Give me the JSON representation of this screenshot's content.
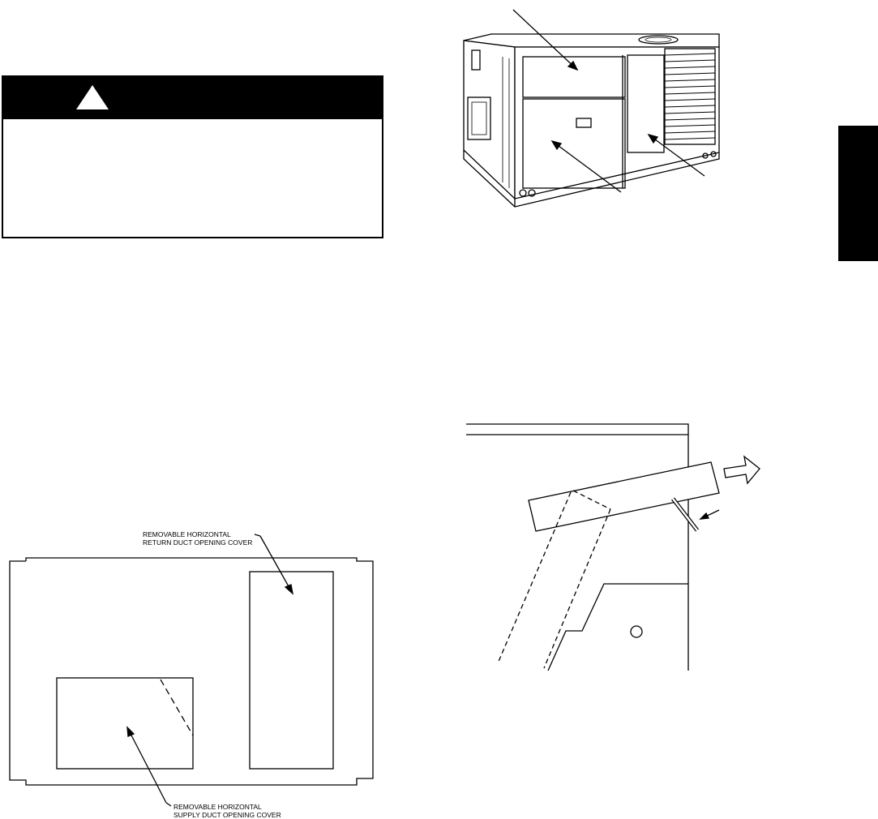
{
  "warning_box": {
    "icon": "warning-triangle-icon"
  },
  "figure_bottom_left": {
    "return_cover_label_line1": "REMOVABLE HORIZONTAL",
    "return_cover_label_line2": "RETURN DUCT OPENING COVER",
    "supply_cover_label_line1": "REMOVABLE HORIZONTAL",
    "supply_cover_label_line2": "SUPPLY DUCT OPENING COVER"
  },
  "colors": {
    "ink": "#000000",
    "paper": "#ffffff"
  }
}
